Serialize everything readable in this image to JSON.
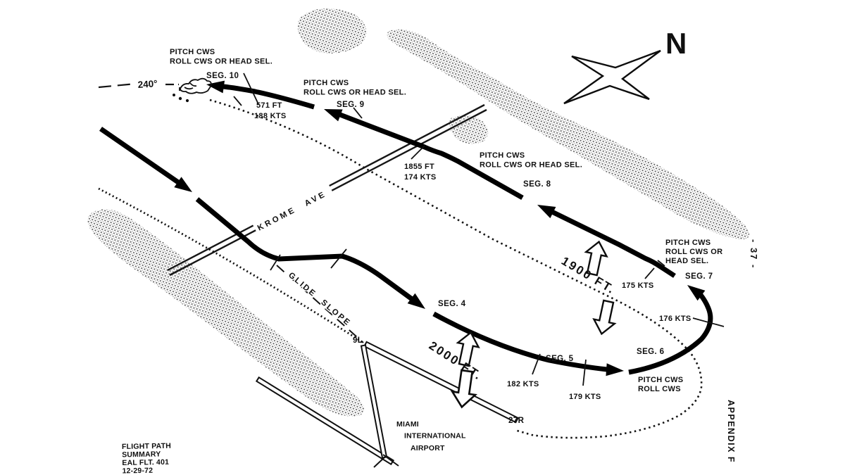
{
  "figure": {
    "north": "N",
    "page_number": "- 37 -",
    "appendix": "APPENDIX F",
    "course": "240°",
    "krome_ave": "KROME AVE",
    "glide_slope": "GLIDE SLOPE",
    "alt_1900": "1900 FT.",
    "alt_2000": "2000 FT.",
    "rwy_9l": "9L",
    "rwy_27r": "27R",
    "airport_line1": "MIAMI",
    "airport_line2": "INTERNATIONAL",
    "airport_line3": "AIRPORT",
    "titleblock_line1": "FLIGHT PATH",
    "titleblock_line2": "SUMMARY",
    "titleblock_line3": "EAL FLT. 401",
    "titleblock_line4": "12-29-72"
  },
  "seg10": {
    "label": "SEG. 10",
    "mode1": "PITCH CWS",
    "mode2": "ROLL CWS OR HEAD SEL.",
    "alt": "571 FT",
    "spd": "188 KTS"
  },
  "seg9": {
    "label": "SEG. 9",
    "mode1": "PITCH CWS",
    "mode2": "ROLL CWS OR HEAD SEL."
  },
  "seg8": {
    "label": "SEG. 8",
    "mode1": "PITCH CWS",
    "mode2": "ROLL CWS OR HEAD SEL.",
    "alt": "1855 FT",
    "spd": "174 KTS"
  },
  "seg7": {
    "label": "SEG. 7",
    "mode1": "PITCH CWS",
    "mode2": "ROLL CWS OR",
    "mode3": "HEAD SEL.",
    "spd": "175 KTS"
  },
  "seg6": {
    "label": "SEG. 6",
    "mode1": "PITCH CWS",
    "mode2": "ROLL CWS",
    "spd": "176 KTS"
  },
  "seg5": {
    "label": "SEG. 5",
    "spd1": "182 KTS",
    "spd2": "179 KTS"
  },
  "seg4": {
    "label": "SEG. 4"
  }
}
